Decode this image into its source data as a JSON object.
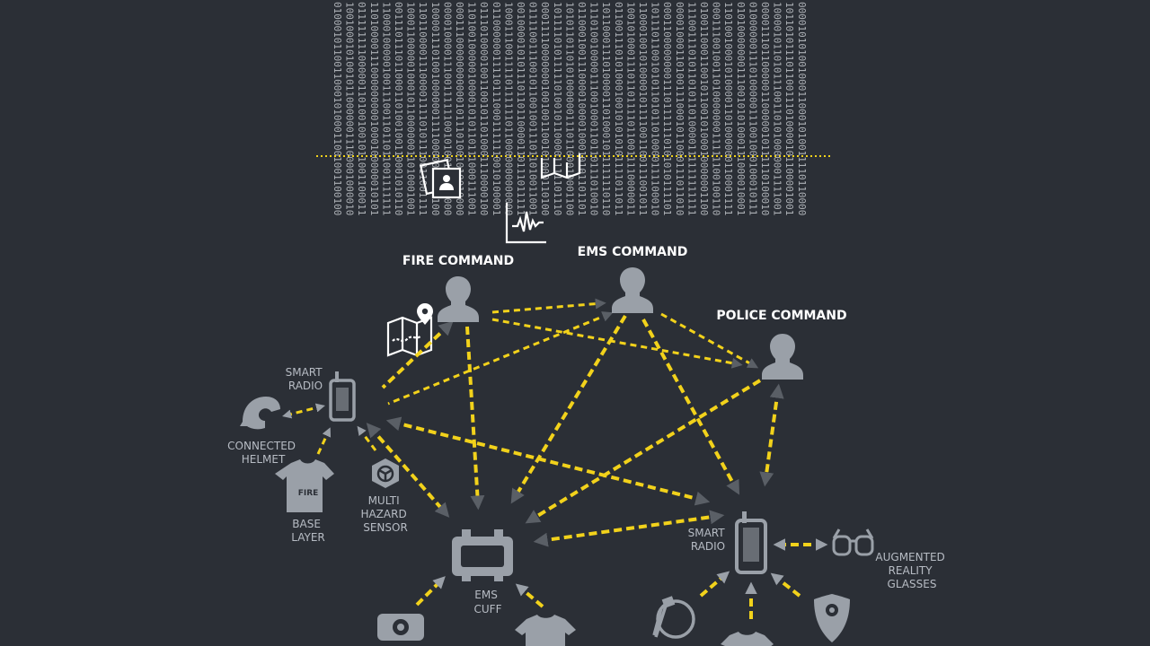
{
  "binary_rows": 39,
  "commands": {
    "fire": "FIRE COMMAND",
    "ems": "EMS COMMAND",
    "police": "POLICE COMMAND"
  },
  "devices": {
    "smart_radio_left": [
      "SMART",
      "RADIO"
    ],
    "smart_radio_right": [
      "SMART",
      "RADIO"
    ],
    "connected_helmet": [
      "CONNECTED",
      "HELMET"
    ],
    "base_layer": [
      "BASE",
      "LAYER"
    ],
    "multi_hazard_sensor": [
      "MULTI",
      "HAZARD",
      "SENSOR"
    ],
    "ems_cuff": [
      "EMS",
      "CUFF"
    ],
    "augmented_reality_glasses": [
      "AUGMENTED",
      "REALITY",
      "GLASSES"
    ],
    "shirt_text": "FIRE"
  },
  "colors": {
    "background": "#2b2f36",
    "link": "#f2d21b",
    "arrowhead": "#5a5f66",
    "icon_grey": "#9aa0a8",
    "label_grey": "#b7bcc4",
    "binary": "#c4c8cd"
  }
}
